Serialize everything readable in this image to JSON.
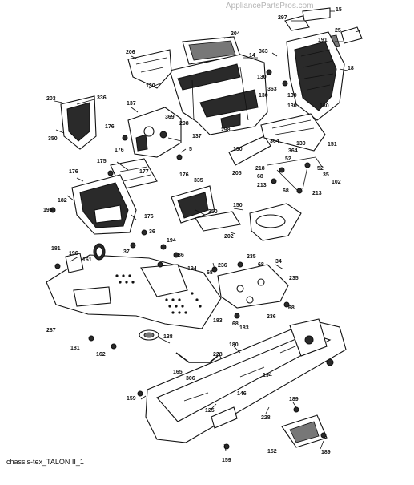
{
  "watermark": "AppliancePartsPros.com",
  "caption": "chassis-tex_TALON II_1",
  "callouts": [
    {
      "id": "c15",
      "text": "15"
    },
    {
      "id": "c297",
      "text": "297"
    },
    {
      "id": "c25",
      "text": "25"
    },
    {
      "id": "c191",
      "text": "191"
    },
    {
      "id": "c18",
      "text": "18"
    },
    {
      "id": "c204",
      "text": "204"
    },
    {
      "id": "c14",
      "text": "14"
    },
    {
      "id": "c206",
      "text": "206"
    },
    {
      "id": "c363a",
      "text": "363"
    },
    {
      "id": "c130a",
      "text": "130"
    },
    {
      "id": "c130b",
      "text": "130"
    },
    {
      "id": "c363b",
      "text": "363"
    },
    {
      "id": "c130c",
      "text": "130"
    },
    {
      "id": "c130d",
      "text": "130"
    },
    {
      "id": "c130e",
      "text": "130"
    },
    {
      "id": "c130f",
      "text": "130"
    },
    {
      "id": "c203",
      "text": "203"
    },
    {
      "id": "c336",
      "text": "336"
    },
    {
      "id": "c137a",
      "text": "137"
    },
    {
      "id": "c369",
      "text": "369"
    },
    {
      "id": "c298a",
      "text": "298"
    },
    {
      "id": "c298b",
      "text": "298"
    },
    {
      "id": "c176a",
      "text": "176"
    },
    {
      "id": "c137b",
      "text": "137"
    },
    {
      "id": "c350a",
      "text": "350"
    },
    {
      "id": "c176b",
      "text": "176"
    },
    {
      "id": "c5",
      "text": "5"
    },
    {
      "id": "c364a",
      "text": "364"
    },
    {
      "id": "c130g",
      "text": "130"
    },
    {
      "id": "c364b",
      "text": "364"
    },
    {
      "id": "c151",
      "text": "151"
    },
    {
      "id": "c130h",
      "text": "130"
    },
    {
      "id": "c175",
      "text": "175"
    },
    {
      "id": "c177",
      "text": "177"
    },
    {
      "id": "c176c",
      "text": "176"
    },
    {
      "id": "c176d",
      "text": "176"
    },
    {
      "id": "c205",
      "text": "205"
    },
    {
      "id": "c52a",
      "text": "52"
    },
    {
      "id": "c218",
      "text": "218"
    },
    {
      "id": "c52b",
      "text": "52"
    },
    {
      "id": "c68a",
      "text": "68"
    },
    {
      "id": "c35",
      "text": "35"
    },
    {
      "id": "c102",
      "text": "102"
    },
    {
      "id": "c213a",
      "text": "213"
    },
    {
      "id": "c68b",
      "text": "68"
    },
    {
      "id": "c213b",
      "text": "213"
    },
    {
      "id": "c182",
      "text": "182"
    },
    {
      "id": "c335",
      "text": "335"
    },
    {
      "id": "c150",
      "text": "150"
    },
    {
      "id": "c195",
      "text": "195"
    },
    {
      "id": "c176e",
      "text": "176"
    },
    {
      "id": "c350b",
      "text": "350"
    },
    {
      "id": "c202",
      "text": "202"
    },
    {
      "id": "c181a",
      "text": "181"
    },
    {
      "id": "c196",
      "text": "196"
    },
    {
      "id": "c161",
      "text": "161"
    },
    {
      "id": "c37",
      "text": "37"
    },
    {
      "id": "c36a",
      "text": "36"
    },
    {
      "id": "c194a",
      "text": "194"
    },
    {
      "id": "c36b",
      "text": "36"
    },
    {
      "id": "c236a",
      "text": "236"
    },
    {
      "id": "c235a",
      "text": "235"
    },
    {
      "id": "c34",
      "text": "34"
    },
    {
      "id": "c68c",
      "text": "68"
    },
    {
      "id": "c194b",
      "text": "194"
    },
    {
      "id": "c68d",
      "text": "68"
    },
    {
      "id": "c235b",
      "text": "235"
    },
    {
      "id": "c68e",
      "text": "68"
    },
    {
      "id": "c236b",
      "text": "236"
    },
    {
      "id": "c183a",
      "text": "183"
    },
    {
      "id": "c183b",
      "text": "183"
    },
    {
      "id": "c68f",
      "text": "68"
    },
    {
      "id": "c287",
      "text": "287"
    },
    {
      "id": "c138",
      "text": "138"
    },
    {
      "id": "c181b",
      "text": "181"
    },
    {
      "id": "c162",
      "text": "162"
    },
    {
      "id": "c228a",
      "text": "228"
    },
    {
      "id": "c180",
      "text": "180"
    },
    {
      "id": "c165",
      "text": "165"
    },
    {
      "id": "c306",
      "text": "306"
    },
    {
      "id": "c194c",
      "text": "194"
    },
    {
      "id": "c146",
      "text": "146"
    },
    {
      "id": "c159a",
      "text": "159"
    },
    {
      "id": "c189a",
      "text": "189"
    },
    {
      "id": "c125",
      "text": "125"
    },
    {
      "id": "c228b",
      "text": "228"
    },
    {
      "id": "c152",
      "text": "152"
    },
    {
      "id": "c189b",
      "text": "189"
    },
    {
      "id": "c159b",
      "text": "159"
    }
  ]
}
